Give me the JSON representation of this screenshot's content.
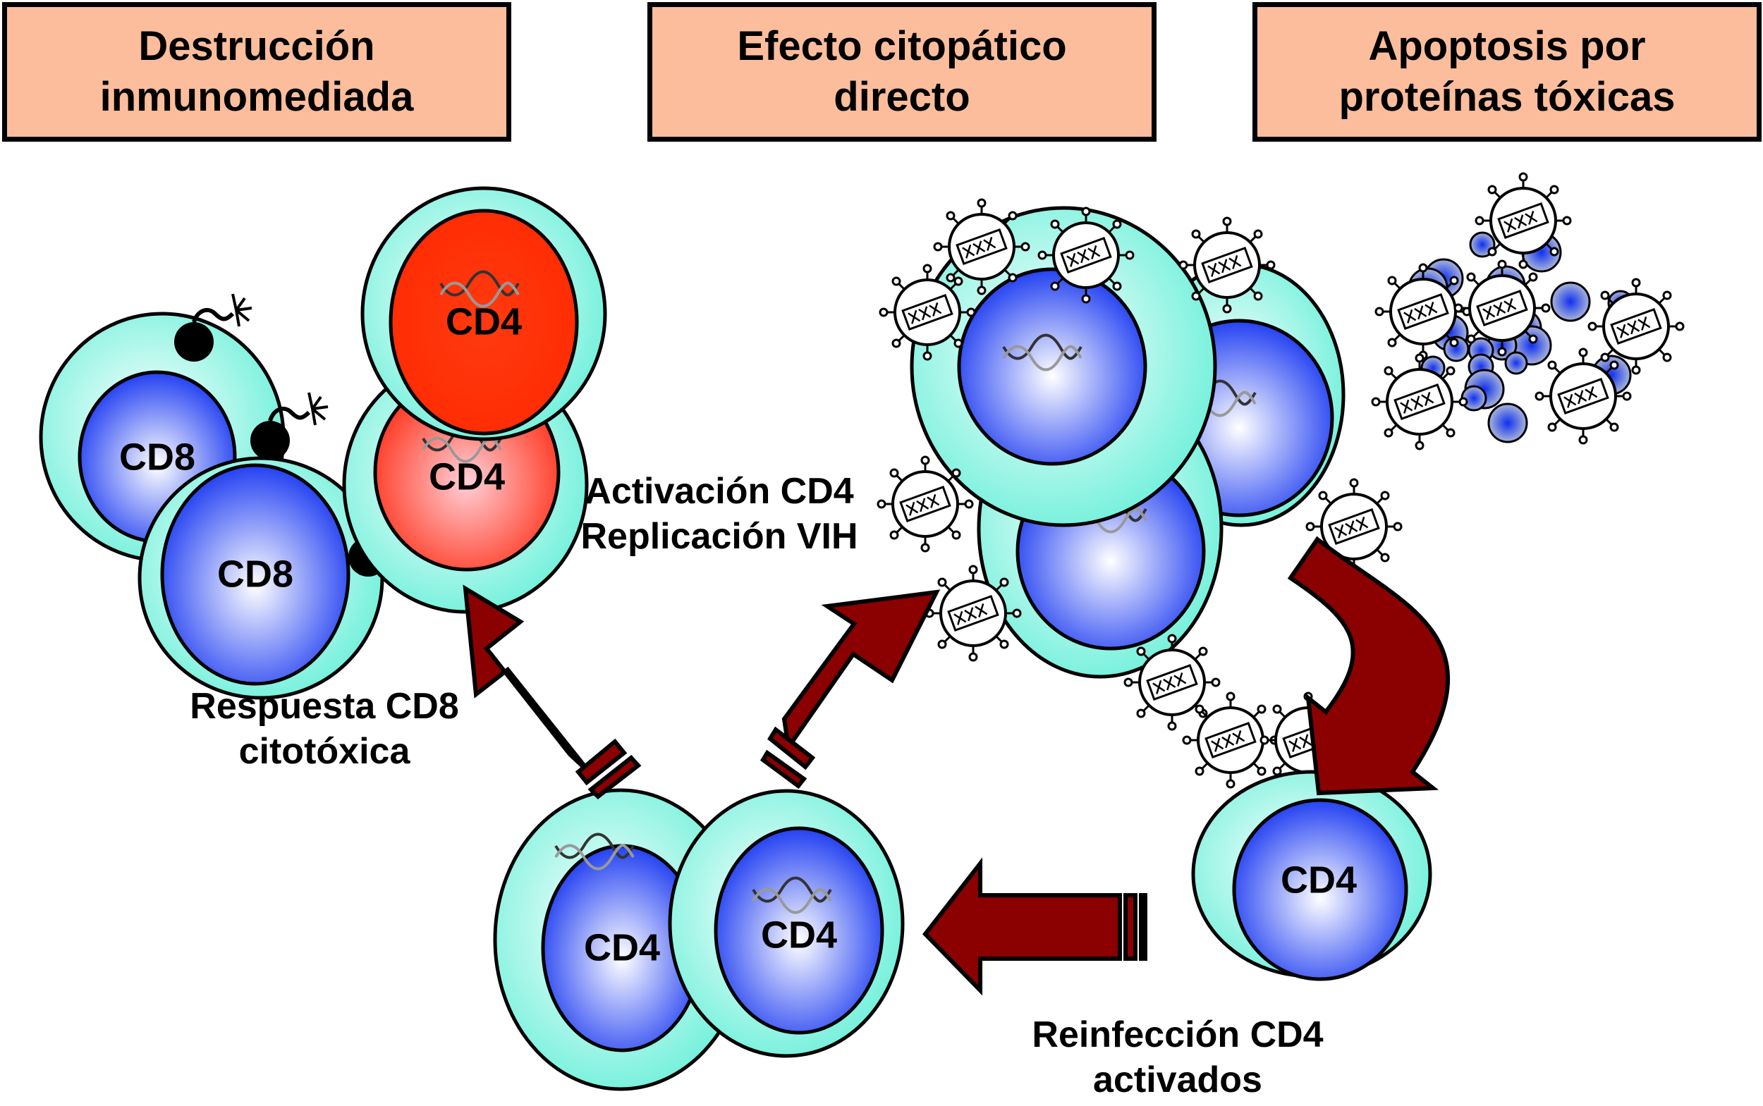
{
  "headers": [
    {
      "line1": "Destrucción",
      "line2": "inmunomediada"
    },
    {
      "line1": "Efecto citopático",
      "line2": "directo"
    },
    {
      "line1": "Apoptosis por",
      "line2": "proteínas tóxicas"
    }
  ],
  "labels": {
    "activation": {
      "line1": "Activación CD4",
      "line2": "Replicación VIH"
    },
    "cd8_response": {
      "line1": "Respuesta CD8",
      "line2": "citotóxica"
    },
    "reinfection": {
      "line1": "Reinfección CD4",
      "line2": "activados"
    }
  },
  "cells": {
    "cd8_a": "CD8",
    "cd8_b": "CD8",
    "cd4_red_top": "CD4",
    "cd4_red_bottom": "CD4",
    "cd4_bottom_left": "CD4",
    "cd4_bottom_mid": "CD4",
    "cd4_right": "CD4"
  },
  "colors": {
    "header_fill": "#fbbd9c",
    "cytoplasm": "#7ff5e0",
    "nucleus": "#1a35f0",
    "infected_nucleus": "#ff2a00",
    "arrow": "#8b0000"
  }
}
